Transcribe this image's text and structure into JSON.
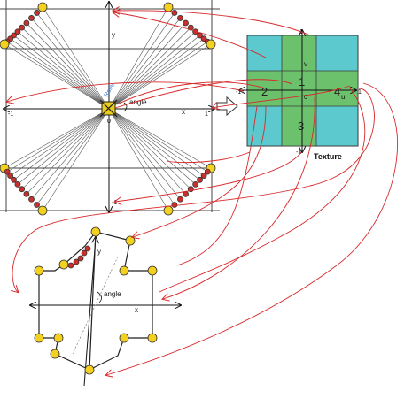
{
  "top_diagram": {
    "y_label": "y",
    "x_label": "x",
    "angle_label": "angle",
    "origin_label": "0",
    "x_neg_label": "-1",
    "x_pos_label": "1",
    "y_neg_label": "-1",
    "rotated_label": "Rotat"
  },
  "texture": {
    "title": "Texture",
    "v_label": "v",
    "u_label": "u",
    "origin_label": "0",
    "top_label": "1",
    "bottom_label": "-1",
    "left_label": "-1",
    "right_label": "1",
    "region_labels": [
      "1",
      "2",
      "3",
      "4"
    ],
    "colors": {
      "cyan": "#5cc9cf",
      "green": "#6cc26c"
    }
  },
  "bottom_diagram": {
    "y_label": "y",
    "x_label": "x",
    "angle_label": "angle"
  },
  "colors": {
    "annotation_red": "#d8282a",
    "point_yellow": "#f3d11e",
    "point_red": "#c9302c"
  }
}
